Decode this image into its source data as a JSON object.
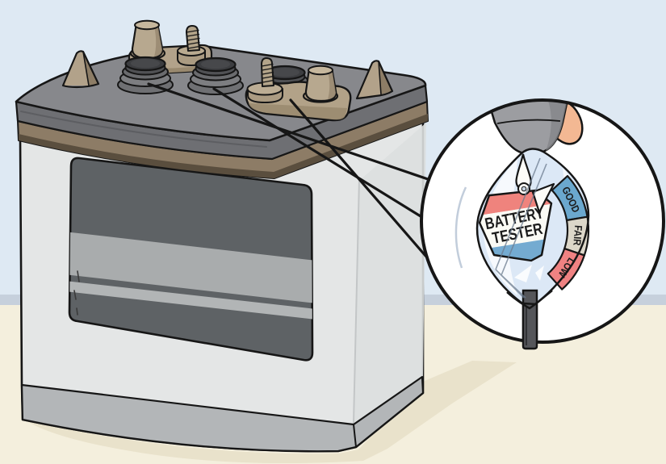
{
  "illustration": {
    "palette": {
      "wall": "#dee9f3",
      "baseboard": "#c6d0dc",
      "floor": "#f4efdd",
      "floor_shadow": "#e9e2cb",
      "battery_case": "#e4e6e6",
      "battery_case_side": "#dcdfdf",
      "battery_base": "#b3b6b8",
      "battery_top": "#87888c",
      "battery_top_side": "#6e6f73",
      "top_trim": "#8d7c66",
      "top_trim_shadow": "#5a4e3e",
      "terminal_tan": "#b7a88f",
      "terminal_shade": "#9a8a72",
      "vent_cap_top": "#3c3d40",
      "vent_cap_gray": "#7b7c7f",
      "window_dark": "#5e6265",
      "window_band1": "#a9acad",
      "window_band2": "#b2b5b6",
      "outline": "#161616",
      "bulb_gray": "#9c9da1",
      "skin": "#f3b893",
      "glass_blue": "#dce8f6",
      "tube_gray": "#55565a",
      "badge_red": "#ef837d",
      "badge_white": "#fbfbf5",
      "badge_blue": "#74abd1",
      "needle_white": "#fcfcf8"
    },
    "magnifier": {
      "badge": {
        "line1": "BATTERY",
        "line2": "TESTER"
      },
      "scale": [
        {
          "label": "GOOD",
          "color": "#6ba8ce"
        },
        {
          "label": "FAIR",
          "color": "#dcd7c9"
        },
        {
          "label": "LOW",
          "color": "#ef8282"
        }
      ]
    }
  }
}
